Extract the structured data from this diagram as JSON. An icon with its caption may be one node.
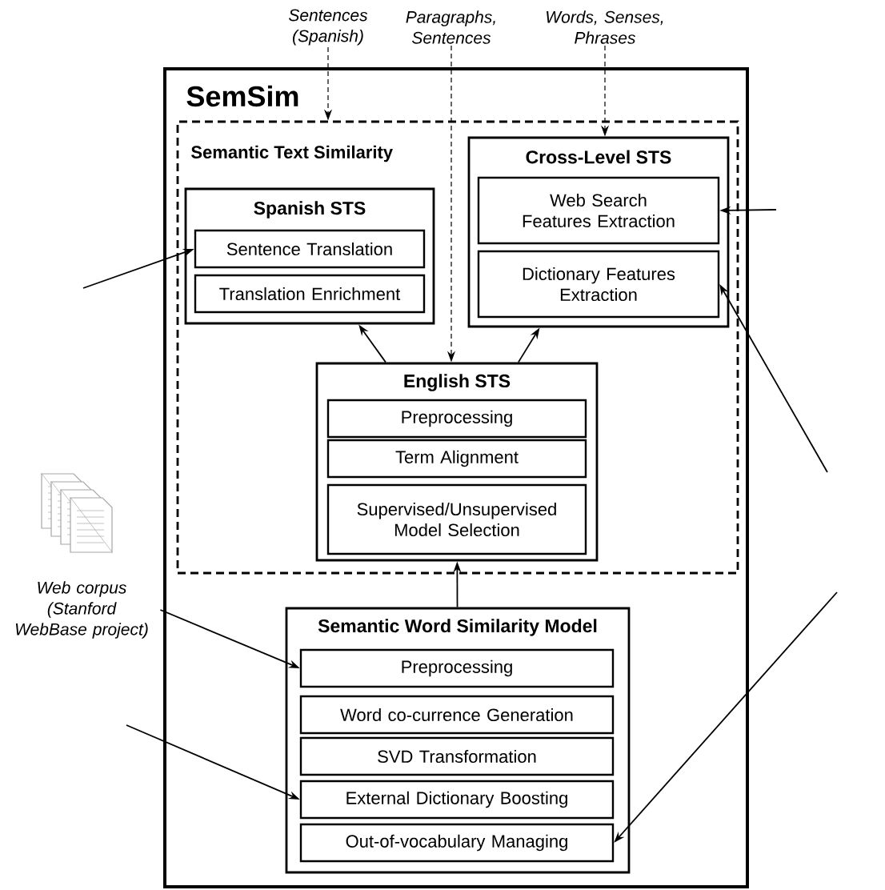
{
  "diagram": {
    "nodes": [
      {
        "text": [
          "SemSim"
        ]
      },
      {
        "text": [
          "Semantic Text Similarity"
        ],
        "in": 0
      },
      {
        "text": [
          "Spanish STS"
        ],
        "in": 1
      },
      {
        "text": [
          "Sentence Translation"
        ],
        "in": 2
      },
      {
        "text": [
          "Translation Enrichment"
        ],
        "in": 2
      },
      {
        "text": [
          "Cross-Level STS"
        ],
        "in": 1
      },
      {
        "text": [
          "Web Search Features Extraction"
        ],
        "in": 5
      },
      {
        "text": [
          "Dictionary Features Extraction"
        ],
        "in": 5
      },
      {
        "text": [
          "English STS"
        ],
        "in": 1
      },
      {
        "text": [
          "Preprocessing"
        ],
        "in": 8
      },
      {
        "text": [
          "Term Alignment"
        ],
        "in": 8
      },
      {
        "text": [
          "Supervised/Unsupervised Model Selection"
        ],
        "in": 8
      },
      {
        "text": [
          "Semantic Word Similarity Model"
        ],
        "in": 0
      },
      {
        "text": [
          "Preprocessing"
        ],
        "in": 12
      },
      {
        "text": [
          "Word co-currence Generation"
        ],
        "in": 12
      },
      {
        "text": [
          "SVD Transformation"
        ],
        "in": 12
      },
      {
        "text": [
          "External Dictionary Boosting"
        ],
        "in": 12
      },
      {
        "text": [
          "Out-of-vocabulary Managing"
        ],
        "in": 12
      },
      {
        "text": [
          "Sentences (Spanish)"
        ]
      },
      {
        "text": [
          "Paragraphs, Sentences"
        ]
      },
      {
        "text": [
          "Words, Senses, Phrases"
        ]
      },
      {
        "text": [
          "Web corpus (Stanford WebBase project)"
        ]
      }
    ],
    "edges": [
      {
        "from": 18,
        "to": 1,
        "arrow": "to",
        "style": "dashed"
      },
      {
        "from": 19,
        "to": 8,
        "arrow": "to",
        "style": "dashed"
      },
      {
        "from": 20,
        "to": 5,
        "arrow": "to",
        "style": "dashed"
      },
      {
        "from": 8,
        "to": 2,
        "arrow": "to"
      },
      {
        "from": 8,
        "to": 5,
        "arrow": "to"
      },
      {
        "from": 12,
        "to": 8,
        "arrow": "to"
      },
      {
        "from": 21,
        "to": 13,
        "arrow": "to"
      },
      {
        "from": null,
        "to": 3,
        "arrow": "to"
      },
      {
        "from": null,
        "to": 6,
        "arrow": "to"
      },
      {
        "from": null,
        "to": 7,
        "arrow": "to"
      },
      {
        "from": null,
        "to": 16,
        "arrow": "to"
      },
      {
        "from": null,
        "to": 17,
        "arrow": "to"
      }
    ]
  }
}
